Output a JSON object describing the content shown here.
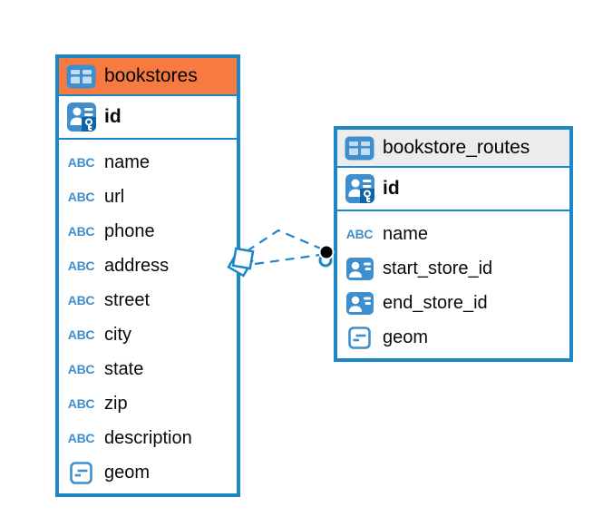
{
  "diagram": {
    "background": "#ffffff",
    "colors": {
      "accent_blue": "#1b87c9",
      "icon_blue": "#3f8ecd",
      "header_orange": "#f77b41",
      "header_gray": "#ececec",
      "text": "#000000"
    },
    "icons": {
      "table_icon": "table-icon",
      "primary_key_icon": "primary-key-icon",
      "foreign_key_icon": "foreign-key-icon",
      "text_type_icon": "text-type-icon",
      "geometry_type_icon": "geometry-type-icon",
      "text_type_glyph": "ABC"
    },
    "tables": {
      "bookstores": {
        "title": "bookstores",
        "header_color": "#f77b41",
        "primary_key": {
          "name": "id",
          "icon": "primary-key-icon"
        },
        "columns": [
          {
            "name": "name",
            "icon": "text-type-icon"
          },
          {
            "name": "url",
            "icon": "text-type-icon"
          },
          {
            "name": "phone",
            "icon": "text-type-icon"
          },
          {
            "name": "address",
            "icon": "text-type-icon"
          },
          {
            "name": "street",
            "icon": "text-type-icon"
          },
          {
            "name": "city",
            "icon": "text-type-icon"
          },
          {
            "name": "state",
            "icon": "text-type-icon"
          },
          {
            "name": "zip",
            "icon": "text-type-icon"
          },
          {
            "name": "description",
            "icon": "text-type-icon"
          },
          {
            "name": "geom",
            "icon": "geometry-type-icon"
          }
        ]
      },
      "bookstore_routes": {
        "title": "bookstore_routes",
        "header_color": "#ececec",
        "primary_key": {
          "name": "id",
          "icon": "primary-key-icon"
        },
        "columns": [
          {
            "name": "name",
            "icon": "text-type-icon"
          },
          {
            "name": "start_store_id",
            "icon": "foreign-key-icon"
          },
          {
            "name": "end_store_id",
            "icon": "foreign-key-icon"
          },
          {
            "name": "geom",
            "icon": "geometry-type-icon"
          }
        ]
      }
    },
    "relationship": {
      "between": [
        "bookstores",
        "bookstore_routes"
      ],
      "line_style": "dashed",
      "line_count": 2
    }
  }
}
